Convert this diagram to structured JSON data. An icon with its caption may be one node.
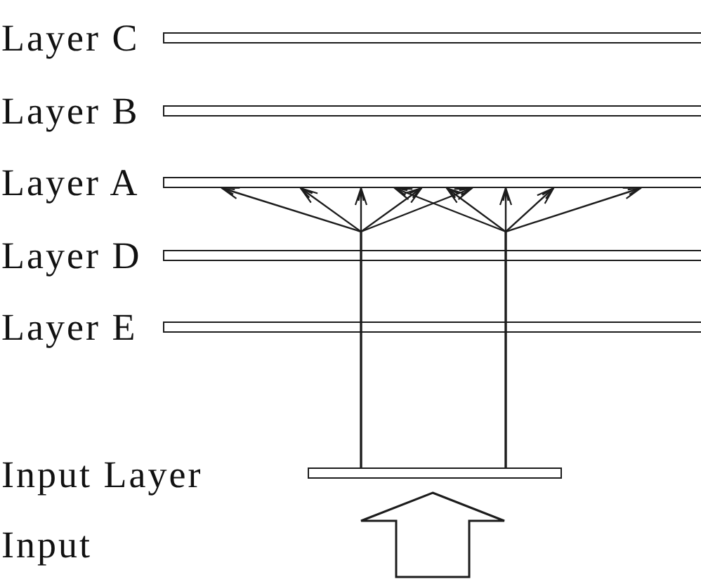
{
  "diagram": {
    "nodes": [
      {
        "text": [],
        "shape": "bar",
        "beside": [
          "Layer C"
        ]
      },
      {
        "text": [],
        "shape": "bar",
        "beside": [
          "Layer B"
        ]
      },
      {
        "text": [],
        "shape": "bar",
        "beside": [
          "Layer A"
        ]
      },
      {
        "text": [],
        "shape": "bar",
        "beside": [
          "Layer D"
        ]
      },
      {
        "text": [],
        "shape": "bar",
        "beside": [
          "Layer E"
        ]
      },
      {
        "text": [],
        "shape": "bar",
        "beside": [
          "Input Layer"
        ]
      }
    ],
    "edges": [
      {
        "from": 5,
        "to": 2,
        "arrow": "to"
      },
      {
        "from": 5,
        "to": 2,
        "arrow": "to"
      },
      {
        "from": 5,
        "to": 2,
        "arrow": "to"
      },
      {
        "from": 5,
        "to": 2,
        "arrow": "to"
      },
      {
        "from": 5,
        "to": 2,
        "arrow": "to"
      },
      {
        "from": 5,
        "to": 2,
        "arrow": "to"
      },
      {
        "from": 5,
        "to": 2,
        "arrow": "to"
      },
      {
        "from": 5,
        "to": 2,
        "arrow": "to"
      },
      {
        "from": 5,
        "to": 2,
        "arrow": "to"
      },
      {
        "from": 5,
        "to": 2,
        "arrow": "to"
      },
      {
        "from": null,
        "to": 5,
        "arrow": "to",
        "style": "thick"
      }
    ],
    "labels": [
      "Input"
    ]
  }
}
